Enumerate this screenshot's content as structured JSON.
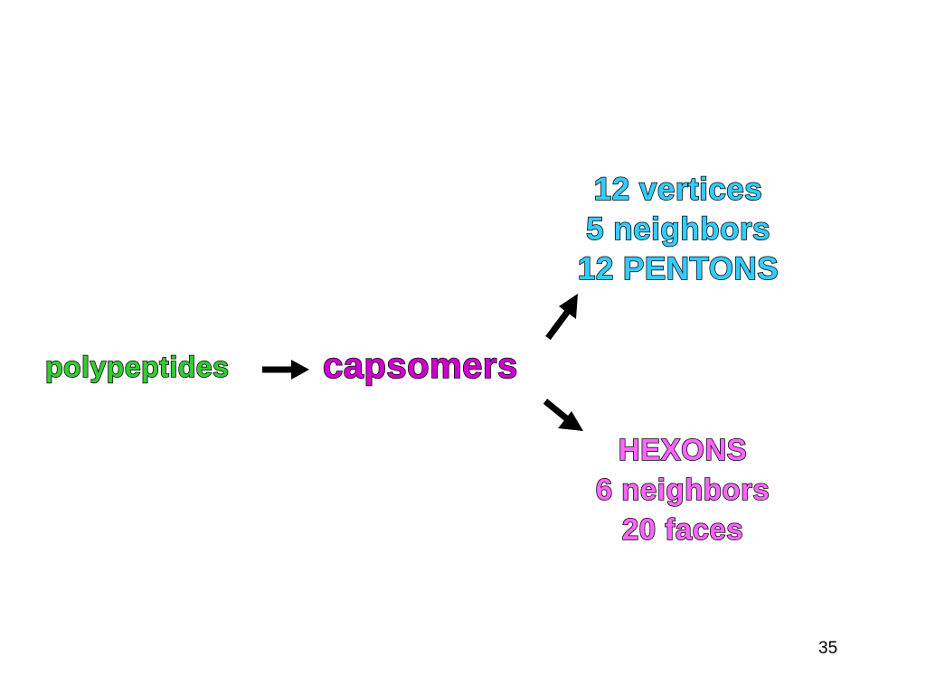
{
  "slide": {
    "input_label": "polypeptides",
    "center_label": "capsomers",
    "upper_branch": {
      "lines": [
        "12 vertices",
        "5 neighbors",
        "12 PENTONS"
      ]
    },
    "lower_branch": {
      "lines": [
        "HEXONS",
        "6 neighbors",
        "20 faces"
      ]
    },
    "page_number": "35"
  },
  "colors": {
    "input_label": "#33cc33",
    "center_label": "#cc00cc",
    "upper_branch": "#33ccff",
    "lower_branch": "#ff66ff",
    "arrows": "#000000",
    "text_outline": "#000000"
  }
}
